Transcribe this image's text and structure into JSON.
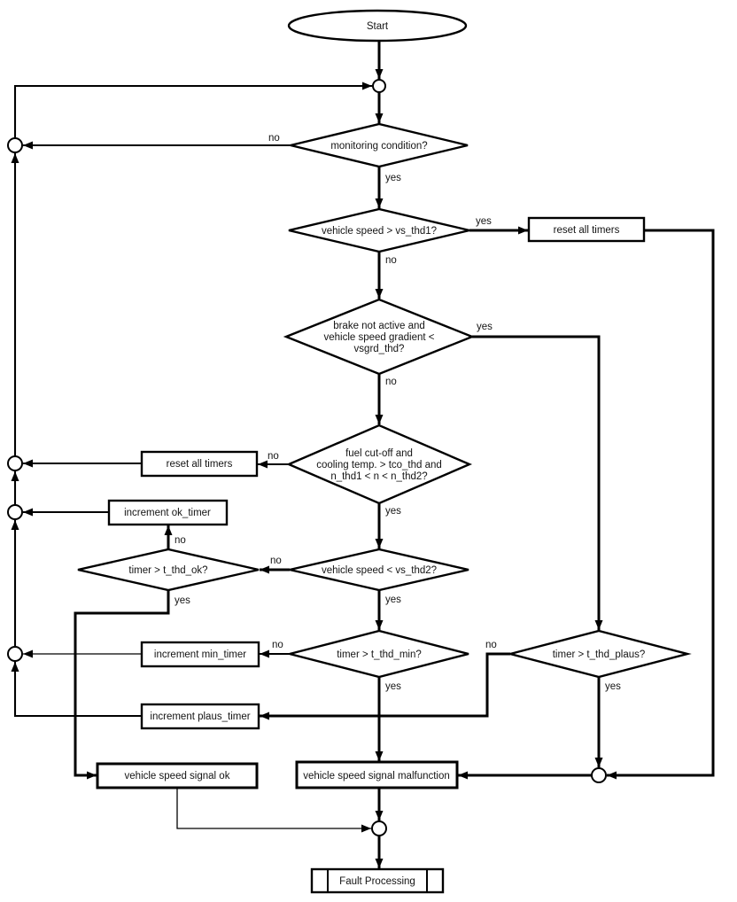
{
  "labels": {
    "yes": "yes",
    "no": "no"
  },
  "nodes": {
    "start": {
      "label": "Start"
    },
    "monitoring": {
      "label": "monitoring condition?"
    },
    "vs1": {
      "label": "vehicle speed > vs_thd1?"
    },
    "reset_right": {
      "label": "reset all timers"
    },
    "brake": {
      "lines": [
        "brake not active and",
        "vehicle speed gradient <",
        "vsgrd_thd?"
      ]
    },
    "fuel": {
      "lines": [
        "fuel cut-off and",
        "cooling temp. > tco_thd and",
        "n_thd1 < n < n_thd2?"
      ]
    },
    "reset_left": {
      "label": "reset all timers"
    },
    "inc_ok": {
      "label": "increment ok_timer"
    },
    "ok": {
      "label": "timer > t_thd_ok?"
    },
    "vs2": {
      "label": "vehicle speed < vs_thd2?"
    },
    "inc_min": {
      "label": "increment min_timer"
    },
    "min": {
      "label": "timer > t_thd_min?"
    },
    "plaus": {
      "label": "timer > t_thd_plaus?"
    },
    "inc_plaus": {
      "label": "increment plaus_timer"
    },
    "signal_ok": {
      "label": "vehicle speed signal ok"
    },
    "malfunction": {
      "label": "vehicle speed signal malfunction"
    },
    "fault": {
      "label": "Fault Processing"
    }
  },
  "colors": {
    "line": "#000000",
    "background": "#ffffff"
  }
}
